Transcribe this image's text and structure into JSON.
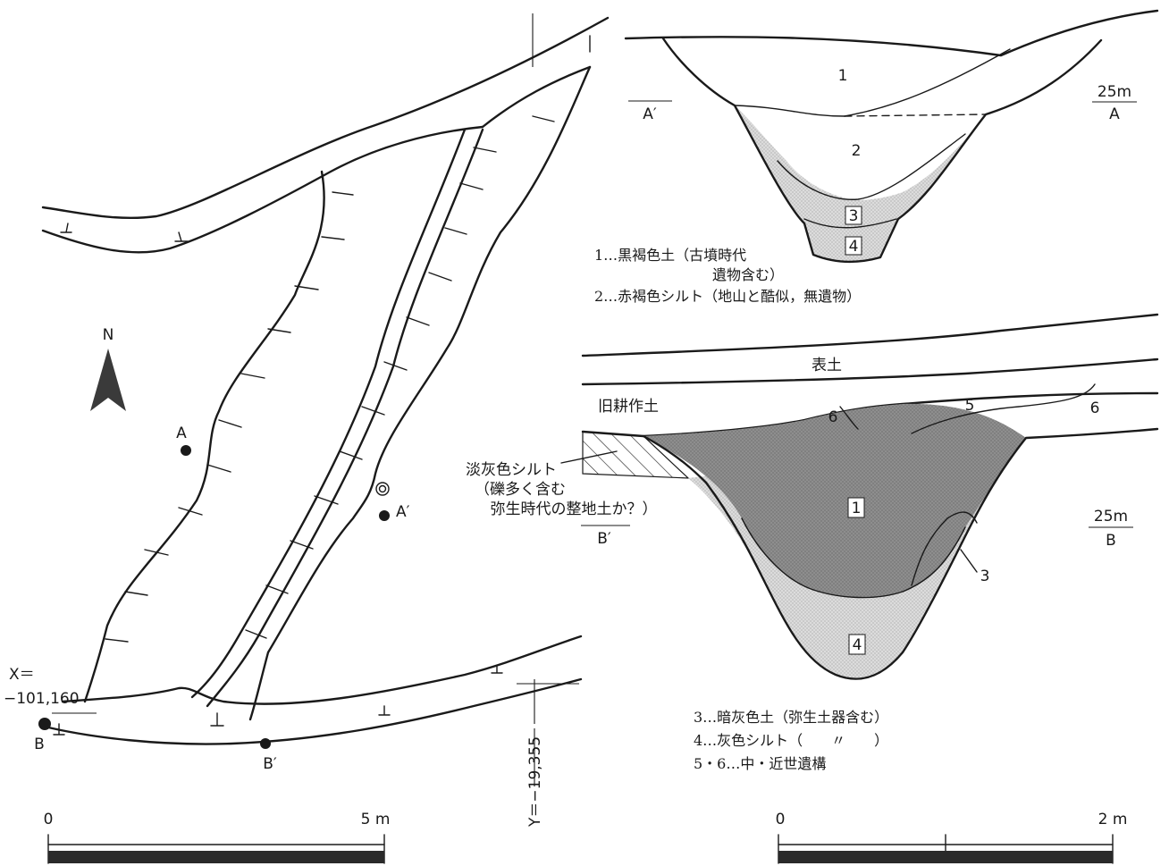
{
  "plan": {
    "north": "N",
    "point_a": "A",
    "point_a_prime": "A′",
    "point_b": "B",
    "point_b_prime": "B′",
    "x_label": "X＝",
    "x_value": "−101,160",
    "y_label": "Y＝−19,355",
    "scale": {
      "start": "0",
      "end": "5 m"
    }
  },
  "section_a": {
    "left_label": "A′",
    "right_scale": "25m",
    "right_label": "A",
    "layers": [
      "1",
      "2",
      "3",
      "4"
    ],
    "legend": [
      "1…黒褐色土（古墳時代",
      "遺物含む）",
      "2…赤褐色シルト（地山と酷似，無遺物）"
    ]
  },
  "section_b": {
    "topsoil": "表土",
    "old_soil": "旧耕作土",
    "annotation": [
      "淡灰色シルト",
      "（礫多く含む",
      "弥生時代の整地土か？）"
    ],
    "left_label": "B′",
    "right_scale": "25m",
    "right_label": "B",
    "layers": [
      "1",
      "3",
      "4",
      "5",
      "6",
      "6"
    ],
    "legend": [
      "3…暗灰色土（弥生土器含む）",
      "4…灰色シルト（　　〃　　）",
      "5・6…中・近世遺構"
    ],
    "scale": {
      "start": "0",
      "end": "2 m"
    }
  },
  "colors": {
    "ink": "#1a1a1a",
    "dark_fill": "#8c8c8c",
    "light_fill": "#d4d4d4"
  }
}
